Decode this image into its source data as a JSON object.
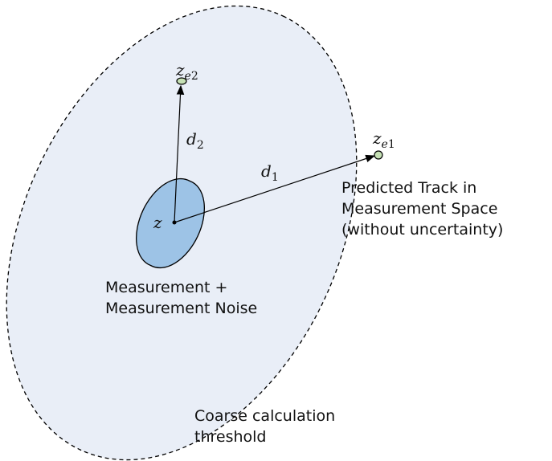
{
  "labels": {
    "z": "z",
    "ze1_base": "z",
    "ze1_sub_e": "e",
    "ze1_sub_n": "1",
    "ze2_base": "z",
    "ze2_sub_e": "e",
    "ze2_sub_n": "2",
    "d1_base": "d",
    "d1_sub": "1",
    "d2_base": "d",
    "d2_sub": "2",
    "predicted_track": [
      "Predicted Track in",
      "Measurement Space",
      "(without uncertainty)"
    ],
    "measurement": [
      "Measurement +",
      "Measurement Noise"
    ],
    "threshold": [
      "Coarse calculation",
      "threshold"
    ]
  },
  "colors": {
    "threshold_fill": "#e9eef7",
    "measurement_fill": "#9dc3e6",
    "track_point_fill": "#c5e0b4"
  }
}
